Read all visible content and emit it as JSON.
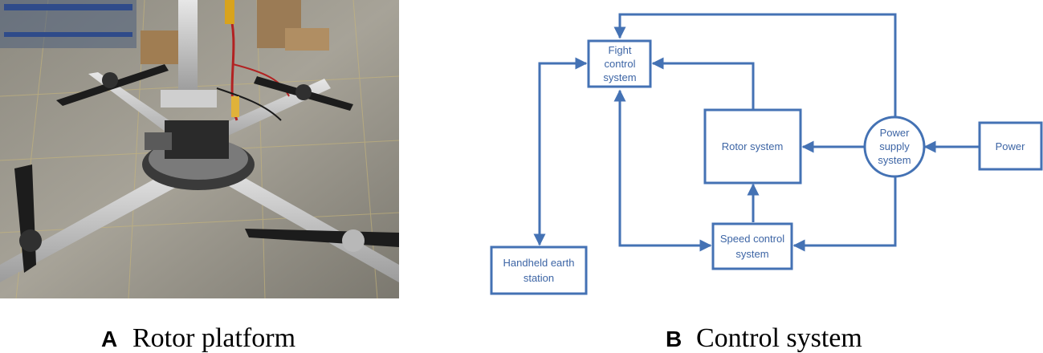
{
  "panels": {
    "a": {
      "letter": "A",
      "caption": "Rotor platform"
    },
    "b": {
      "letter": "B",
      "caption": "Control system"
    }
  },
  "diagram": {
    "nodes": {
      "fight": [
        "Fight",
        "control",
        "system"
      ],
      "rotor": [
        "Rotor system"
      ],
      "power_supply": [
        "Power",
        "supply",
        "system"
      ],
      "power": [
        "Power"
      ],
      "speed": [
        "Speed control",
        "system"
      ],
      "handheld": [
        "Handheld earth",
        "station"
      ]
    }
  },
  "colors": {
    "diagram": "#4472b4",
    "text": "#3d65a5"
  }
}
